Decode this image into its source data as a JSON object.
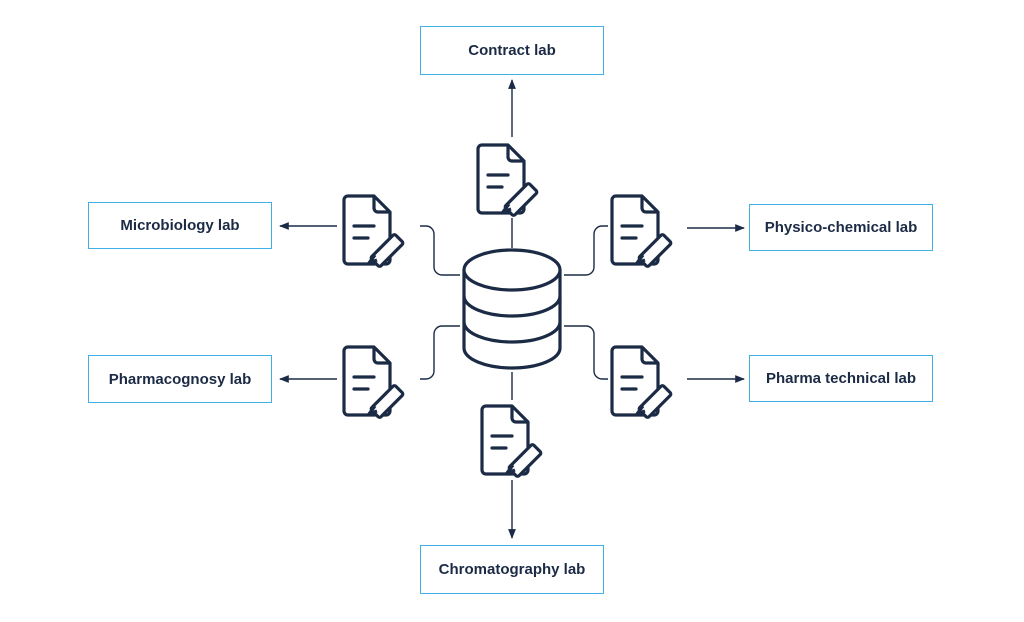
{
  "labs": {
    "contract": "Contract lab",
    "microbiology": "Microbiology lab",
    "physico_chemical": "Physico-chemical lab",
    "pharmacognosy": "Pharmacognosy lab",
    "pharma_technical": "Pharma technical lab",
    "chromatography": "Chromatography lab"
  },
  "icons": {
    "center": "database-icon",
    "documents": "document-edit-icon"
  },
  "colors": {
    "line": "#1c2b45",
    "box_border": "#3fb0e6",
    "text": "#1c2b45",
    "background": "#ffffff"
  }
}
